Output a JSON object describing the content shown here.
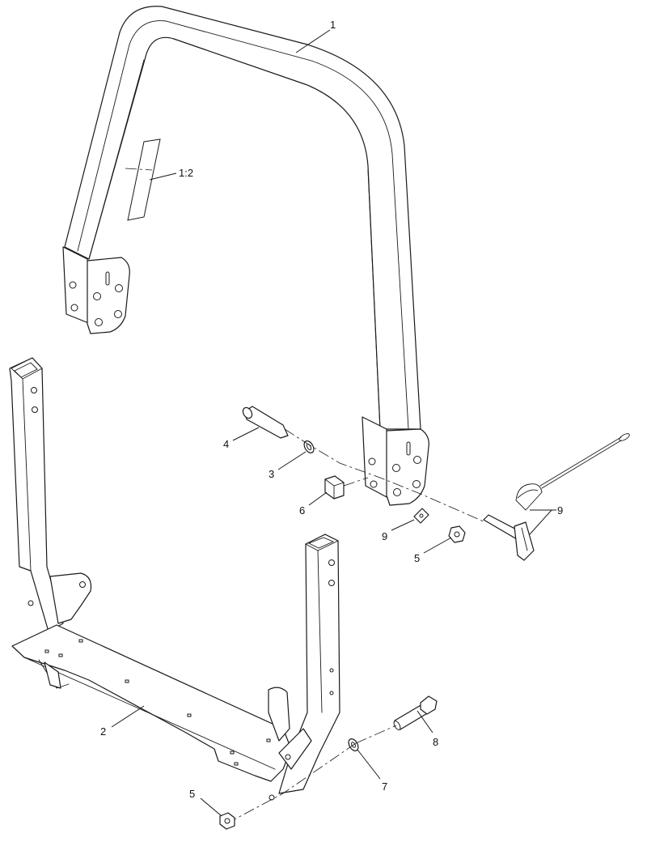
{
  "diagram": {
    "callouts": {
      "c1": "1",
      "c1_2": "1:2",
      "c2": "2",
      "c3": "3",
      "c4": "4",
      "c5a": "5",
      "c5b": "5",
      "c6": "6",
      "c7": "7",
      "c8": "8",
      "c9a": "9",
      "c9b": "9"
    }
  }
}
